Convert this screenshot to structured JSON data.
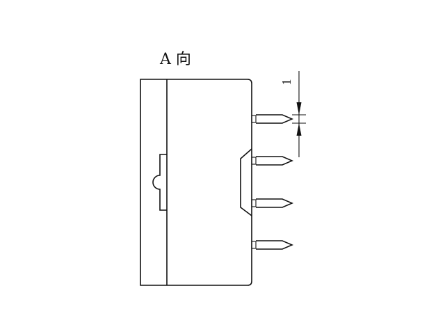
{
  "view_label": "A 向",
  "dimension": {
    "value": "1"
  },
  "pins": {
    "count": 4
  },
  "colors": {
    "line": "#111111",
    "background": "#ffffff"
  }
}
